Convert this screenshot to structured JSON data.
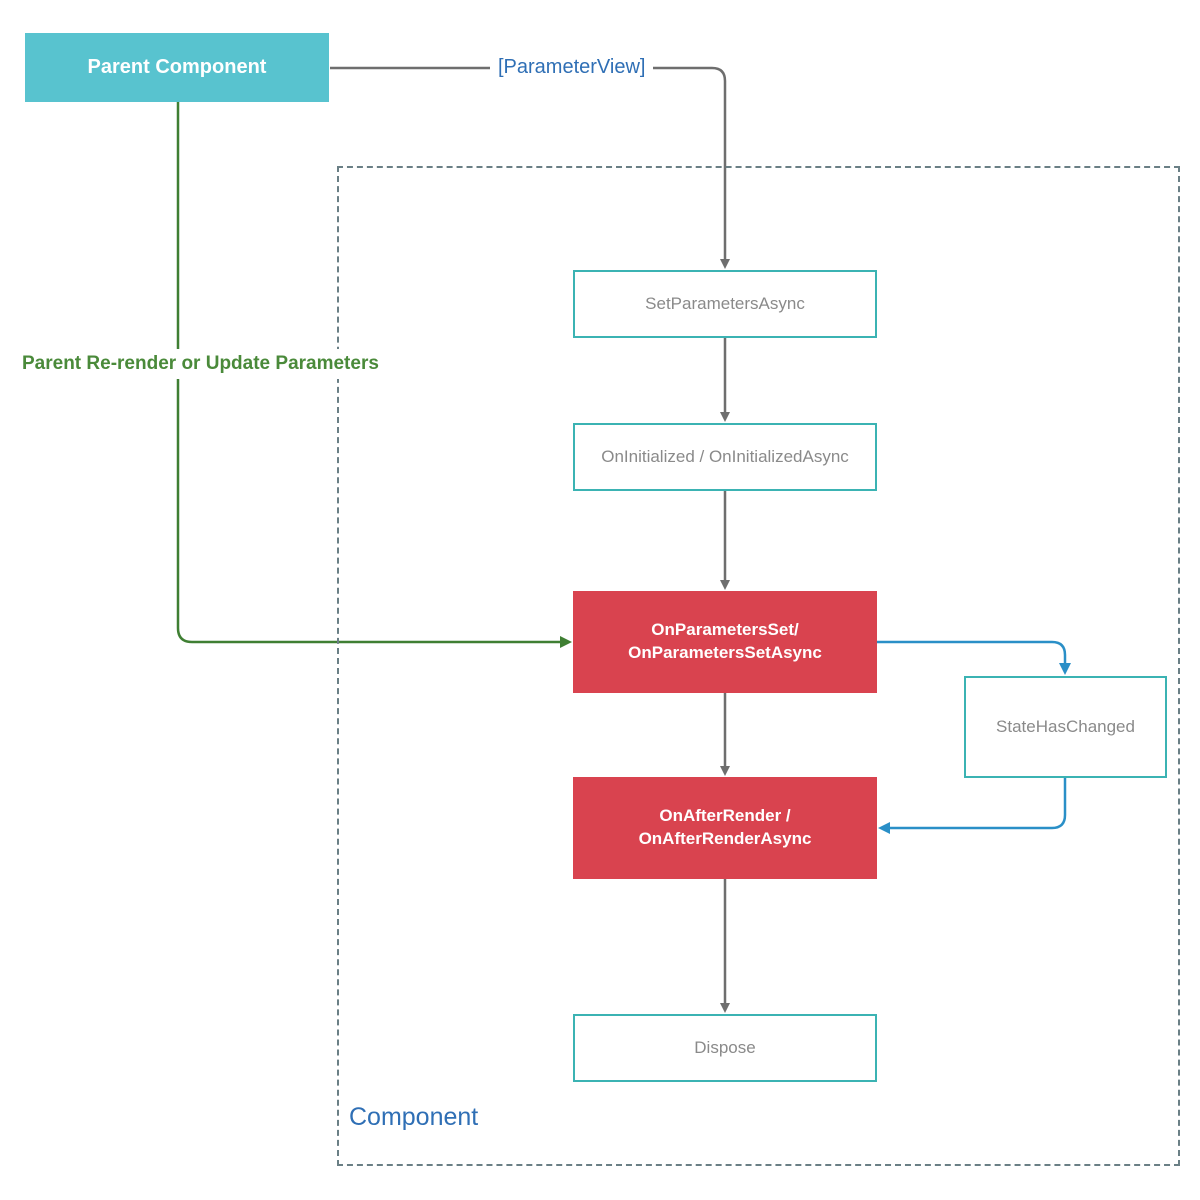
{
  "parent": {
    "label": "Parent Component"
  },
  "edges": {
    "parameter_view": "[ParameterView]",
    "parent_rerender": "Parent Re-render or Update Parameters"
  },
  "component": {
    "label": "Component"
  },
  "nodes": {
    "set_parameters": "SetParametersAsync",
    "on_initialized": "OnInitialized / OnInitializedAsync",
    "on_parameters_set": "OnParametersSet/\nOnParametersSetAsync",
    "on_after_render": "OnAfterRender / OnAfterRenderAsync",
    "dispose": "Dispose",
    "state_has_changed": "StateHasChanged"
  },
  "colors": {
    "parent_fill": "#58c3cf",
    "node_border": "#3bb3b3",
    "highlight_fill": "#d9434f",
    "green_edge": "#4a8a3a",
    "blue_edge": "#2a8fc7",
    "gray_edge": "#6e6e6e",
    "label_blue": "#2f6fb5"
  }
}
